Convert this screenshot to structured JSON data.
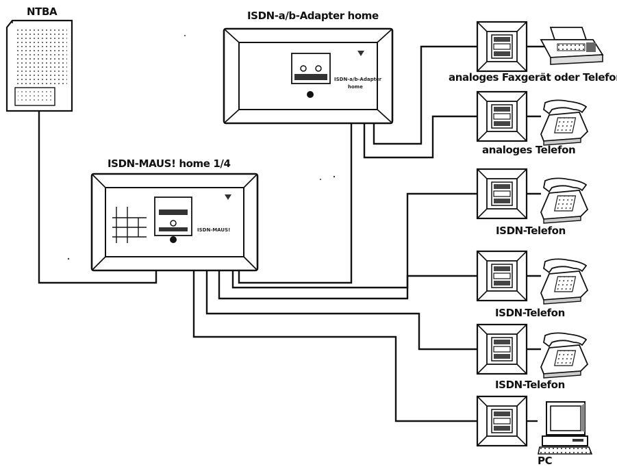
{
  "labels": {
    "ntba": "NTBA",
    "adapter_title": "ISDN-a/b-Adapter home",
    "adapter_face_text": "ISDN-a/b-Adapter",
    "adapter_face_sub": "home",
    "maus_title": "ISDN-MAUS! home 1/4",
    "maus_face_text": "ISDN-MAUS!",
    "device_fax": "analoges Faxgerät oder Telefon",
    "device_analog_phone": "analoges Telefon",
    "device_isdn_1": "ISDN-Telefon",
    "device_isdn_2": "ISDN-Telefon",
    "device_isdn_3": "ISDN-Telefon",
    "device_pc": "PC"
  },
  "icons": {
    "ntba": "ntba-box-icon",
    "adapter": "isdn-adapter-box-icon",
    "maus": "isdn-maus-box-icon",
    "socket": "wall-socket-icon",
    "fax": "fax-machine-icon",
    "phone": "telephone-icon",
    "pc": "computer-icon"
  },
  "colors": {
    "line": "#111111",
    "background": "#ffffff"
  }
}
